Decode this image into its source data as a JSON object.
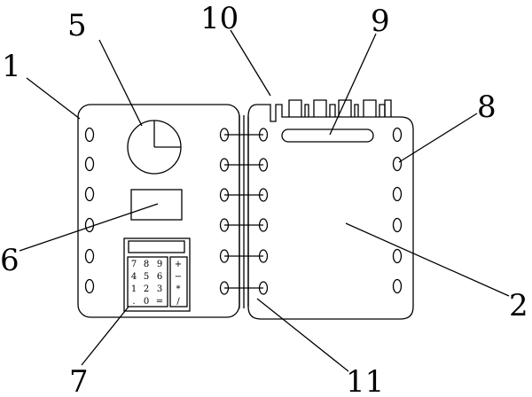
{
  "reference_numerals": {
    "r1": "1",
    "r2": "2",
    "r5": "5",
    "r6": "6",
    "r7": "7",
    "r8": "8",
    "r9": "9",
    "r10": "10",
    "r11": "11"
  },
  "calculator": {
    "digit_keys": [
      [
        "7",
        "8",
        "9"
      ],
      [
        "4",
        "5",
        "6"
      ],
      [
        "1",
        "2",
        "3"
      ],
      [
        ".",
        "0",
        "="
      ]
    ],
    "operator_keys": [
      "+",
      "−",
      "*",
      "/"
    ]
  }
}
